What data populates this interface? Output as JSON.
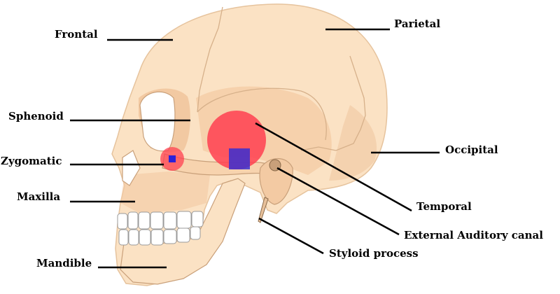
{
  "labels": {
    "frontal": "Frontal",
    "parietal": "Parietal",
    "sphenoid": "Sphenoid",
    "occipital": "Occipital",
    "zygomatic": "Zygomatic",
    "maxilla": "Maxilla",
    "temporal": "Temporal",
    "external_auditory_canal": "External Auditory canal",
    "styloid_process": "Styloid process",
    "mandible": "Mandible"
  },
  "colors": {
    "bone": "#fbe2c4",
    "bone_shadow": "#f3caa3",
    "suture": "#d6b08a",
    "highlight_circle": "#ff4050",
    "highlight_square": "#3a2fd0",
    "leader_line": "#000000"
  },
  "icons": [
    "skull-illustration"
  ]
}
